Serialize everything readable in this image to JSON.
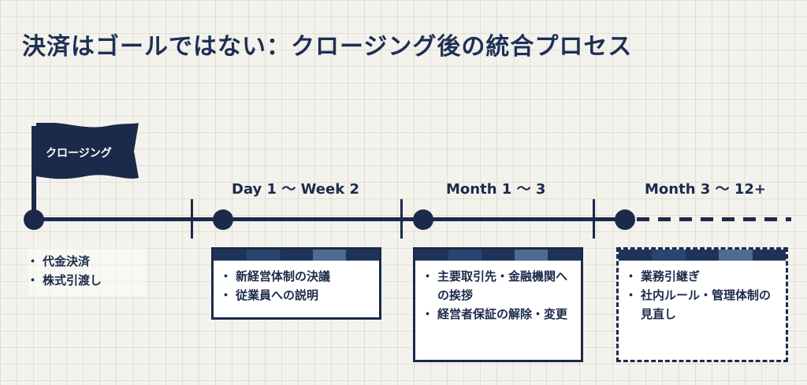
{
  "title": "決済はゴールではない：クロージング後の統合プロセス",
  "flag": {
    "label": "クロージング"
  },
  "phases": [
    {
      "label": "Day 1 〜 Week 2"
    },
    {
      "label": "Month 1 〜 3"
    },
    {
      "label": "Month 3 〜 12+"
    }
  ],
  "closing_items": [
    "代金決済",
    "株式引渡し"
  ],
  "boxes": [
    {
      "items": [
        "新経営体制の決議",
        "従業員への説明"
      ],
      "style": "solid"
    },
    {
      "items": [
        "主要取引先・金融機関への挨拶",
        "経営者保証の解除・変更"
      ],
      "style": "solid"
    },
    {
      "items": [
        "業務引継ぎ",
        "社内ルール・管理体制の見直し"
      ],
      "style": "dashed"
    }
  ],
  "colors": {
    "navy": "#1b2a4a",
    "background": "#f3f2ec"
  }
}
